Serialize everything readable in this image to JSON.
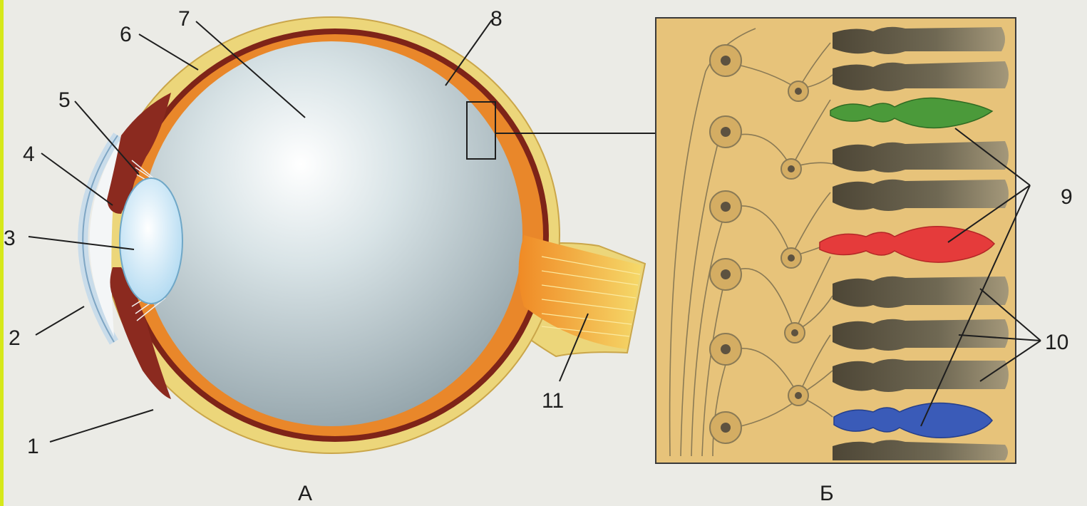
{
  "labels": {
    "n1": "1",
    "n2": "2",
    "n3": "3",
    "n4": "4",
    "n5": "5",
    "n6": "6",
    "n7": "7",
    "n8": "8",
    "n9": "9",
    "n10": "10",
    "n11": "11"
  },
  "captions": {
    "left": "А",
    "right": "Б"
  },
  "colors": {
    "background": "#ebebe6",
    "sclera": "#ecd67a",
    "choroid": "#7e2418",
    "retina": "#e9872a",
    "vitreous": "#b9c5c9",
    "lens": "#dff1fb",
    "inset_bg": "#e7c37a",
    "rod": "#6a6352",
    "cone_green": "#4b9a3a",
    "cone_red": "#e53b3b",
    "cone_blue": "#3a5bb8",
    "frame_accent": "#d6e81a"
  }
}
